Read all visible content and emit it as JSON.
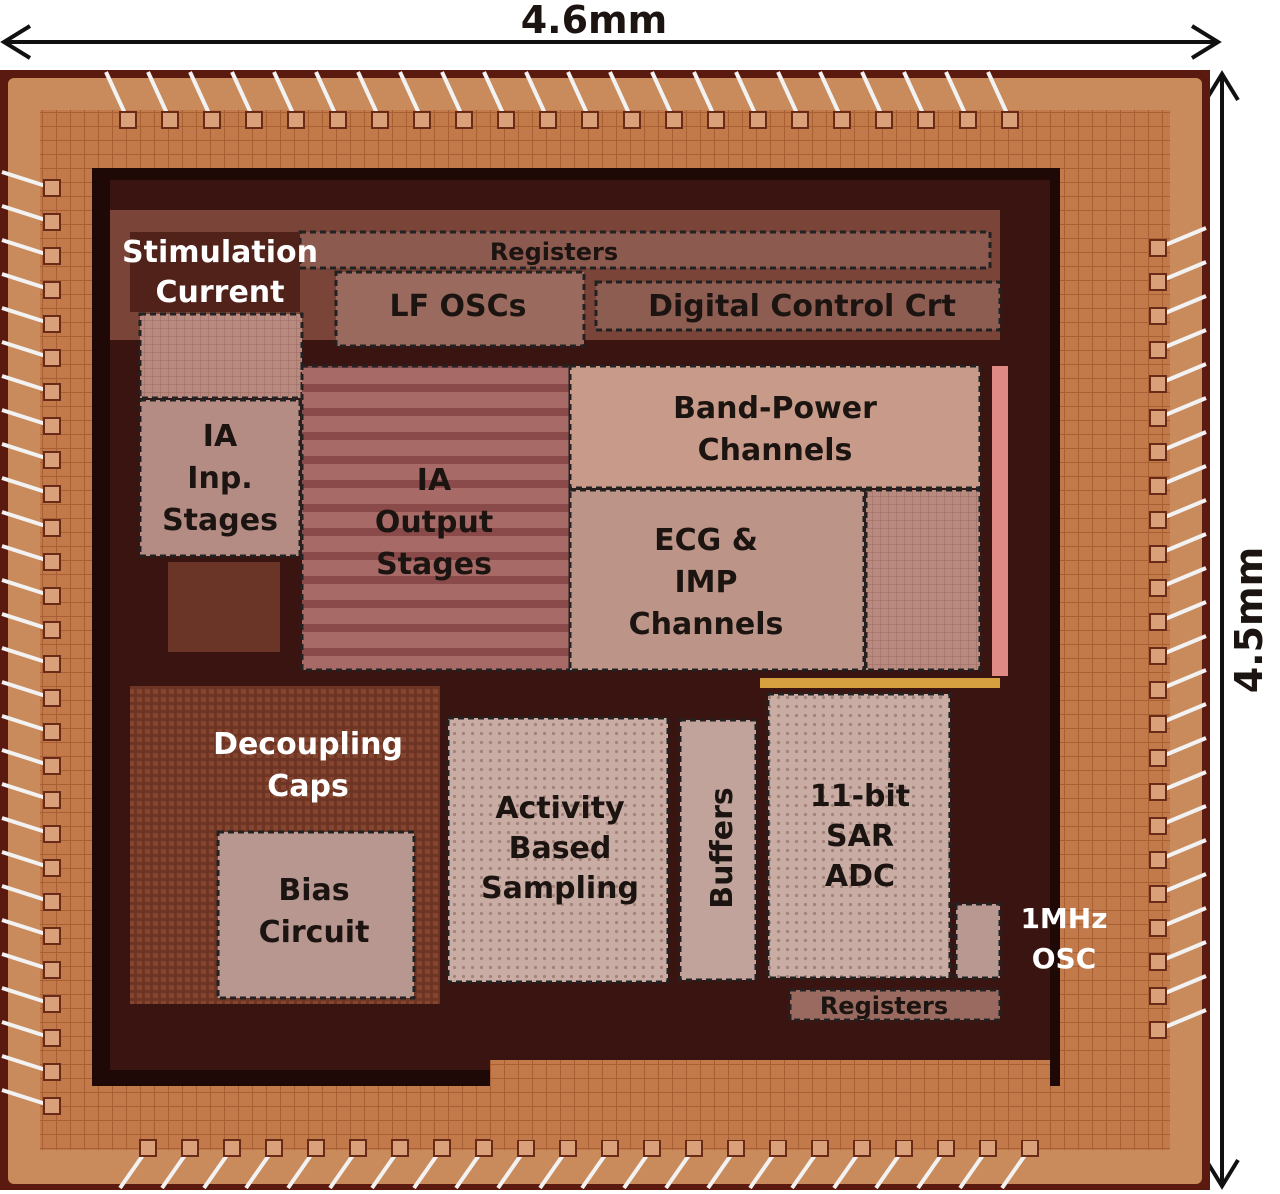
{
  "dimensions": {
    "width": "4.6mm",
    "height": "4.5mm"
  },
  "blocks": {
    "stimulation_current": [
      "Stimulation",
      "Current"
    ],
    "registers_top": "Registers",
    "lf_oscs": "LF OSCs",
    "digital_control": "Digital Control Crt",
    "band_power": [
      "Band-Power",
      "Channels"
    ],
    "ia_inp_stages": [
      "IA",
      "Inp.",
      "Stages"
    ],
    "ia_output_stages": [
      "IA",
      "Output",
      "Stages"
    ],
    "ecg_imp": [
      "ECG &",
      "IMP",
      "Channels"
    ],
    "decoupling_caps": [
      "Decoupling",
      "Caps"
    ],
    "bias_circuit": [
      "Bias",
      "Circuit"
    ],
    "activity_sampling": [
      "Activity",
      "Based",
      "Sampling"
    ],
    "buffers": "Buffers",
    "sar_adc": [
      "11-bit",
      "SAR",
      "ADC"
    ],
    "osc_1mhz": [
      "1MHz",
      "OSC"
    ],
    "registers_bottom": "Registers"
  },
  "colors": {
    "pad_ring": "#c9804f",
    "die_core": "#b37a6a",
    "dark_metal": "#2a0f0a",
    "block_outline": "#1a1a1a",
    "highlight_pink": "#e08080",
    "gold_bus": "#d6a040"
  }
}
